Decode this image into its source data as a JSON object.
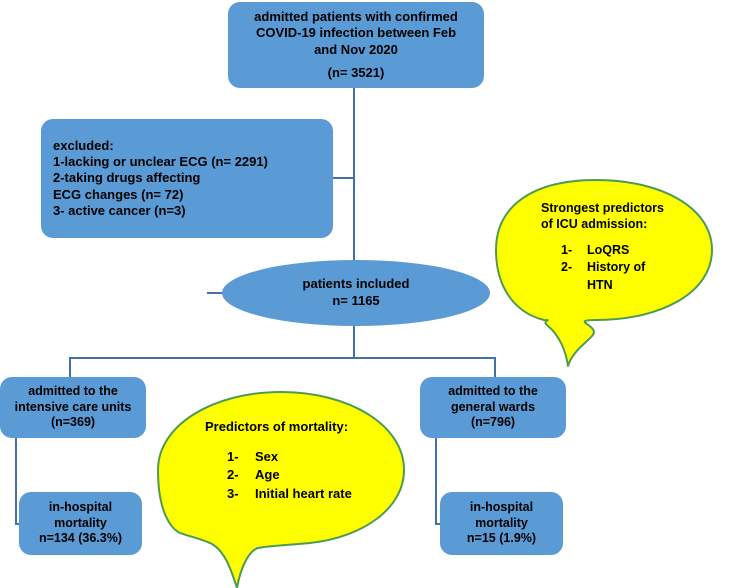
{
  "diagram": {
    "title": "COVID-19 admitted patients flow diagram",
    "colors": {
      "box_fill": "#5b9bd5",
      "callout_fill": "#ffff00",
      "callout_stroke": "#4f9a52",
      "connector": "#4472a8",
      "text": "#000000"
    }
  },
  "nodes": {
    "top_cohort": {
      "lines": [
        "admitted patients with confirmed",
        "COVID-19 infection between Feb",
        "and Nov 2020",
        "(n= 3521)"
      ]
    },
    "excluded": {
      "lines": [
        "excluded:",
        "1-lacking or unclear ECG (n= 2291)",
        "2-taking drugs affecting",
        "ECG changes (n= 72)",
        "3- active cancer (n=3)"
      ]
    },
    "included": {
      "lines": [
        "patients included",
        "n= 1165"
      ]
    },
    "icu": {
      "lines": [
        "admitted to the",
        "intensive care units",
        "(n=369)"
      ]
    },
    "wards": {
      "lines": [
        "admitted to the",
        "general wards",
        "(n=796)"
      ]
    },
    "icu_mortality": {
      "lines": [
        "in-hospital",
        "mortality",
        "n=134 (36.3%)"
      ]
    },
    "ward_mortality": {
      "lines": [
        "in-hospital",
        "mortality",
        "n=15 (1.9%)"
      ]
    }
  },
  "callouts": {
    "icu_predictors": {
      "heading": [
        "Strongest predictors",
        "of ICU admission:"
      ],
      "items": [
        {
          "num": "1-",
          "text": "LoQRS"
        },
        {
          "num": "2-",
          "text": "History of"
        },
        {
          "num": "",
          "text": "HTN"
        }
      ]
    },
    "mortality_predictors": {
      "heading": [
        "Predictors of mortality:"
      ],
      "items": [
        {
          "num": "1-",
          "text": "Sex"
        },
        {
          "num": "2-",
          "text": "Age"
        },
        {
          "num": "3-",
          "text": "Initial heart rate"
        }
      ]
    }
  }
}
